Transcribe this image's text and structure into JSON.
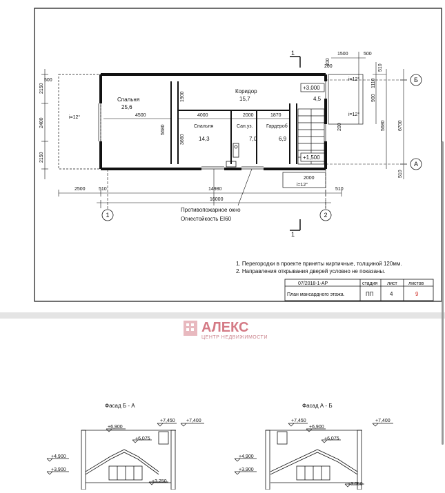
{
  "plan": {
    "rooms": [
      {
        "name": "Спальня",
        "area": "25,6"
      },
      {
        "name": "Коридор",
        "area": "15,7"
      },
      {
        "name": "Спальня",
        "area": "14,3"
      },
      {
        "name": "Сан.уз.",
        "area": "7,0"
      },
      {
        "name": "Гардероб",
        "area": "6,9"
      }
    ],
    "stair_area": "4,5",
    "levels": {
      "upper": "+3,000",
      "lower": "+1,500"
    },
    "slopes": [
      "i=12°",
      "i=12°",
      "i=12°",
      "i=12°"
    ],
    "axes": {
      "b": "Б",
      "a": "А",
      "one": "1",
      "two": "2"
    },
    "section_mark": "1",
    "dims": {
      "top": [
        "1500",
        "500",
        "200",
        "2000",
        "510",
        "1110",
        "900",
        "200"
      ],
      "left": [
        "2150",
        "500",
        "2400",
        "2150"
      ],
      "inner": [
        "4500",
        "4000",
        "2000",
        "1870",
        "1900",
        "3660",
        "5680"
      ],
      "right": [
        "5680",
        "6700",
        "510",
        "510"
      ],
      "bottom": [
        "2500",
        "510",
        "14980",
        "510",
        "16000"
      ]
    },
    "callout": [
      "Противопожарное окно",
      "Огнестойкость EI60"
    ],
    "notes": [
      "1. Перегородки в проекте приняты кирпичные, толщиной 120мм.",
      "2. Направления открывания дверей условно не показаны."
    ]
  },
  "stamp": {
    "code": "07/2018-1-АР",
    "headers": [
      "стадия",
      "лист",
      "листов"
    ],
    "title": "План мансардного этажа.",
    "stage": "ПП",
    "sheet": "4",
    "sheets": "9"
  },
  "watermark": {
    "brand": "АЛЕКС",
    "tagline": "ЦЕНТР НЕДВИЖИМОСТИ"
  },
  "facades": {
    "left": {
      "title": "Фасад Б - А",
      "marks": [
        "+6,900",
        "+7,450",
        "+7,400",
        "+6,075",
        "+4,900",
        "+3,900",
        "+3,250"
      ]
    },
    "right": {
      "title": "Фасад А - Б",
      "marks": [
        "+7,450",
        "+6,900",
        "+7,400",
        "+6,075",
        "+4,900",
        "+3,900",
        "+3,050"
      ]
    }
  },
  "colors": {
    "accent_red": "#d0342c",
    "watermark": "#d47a85"
  }
}
